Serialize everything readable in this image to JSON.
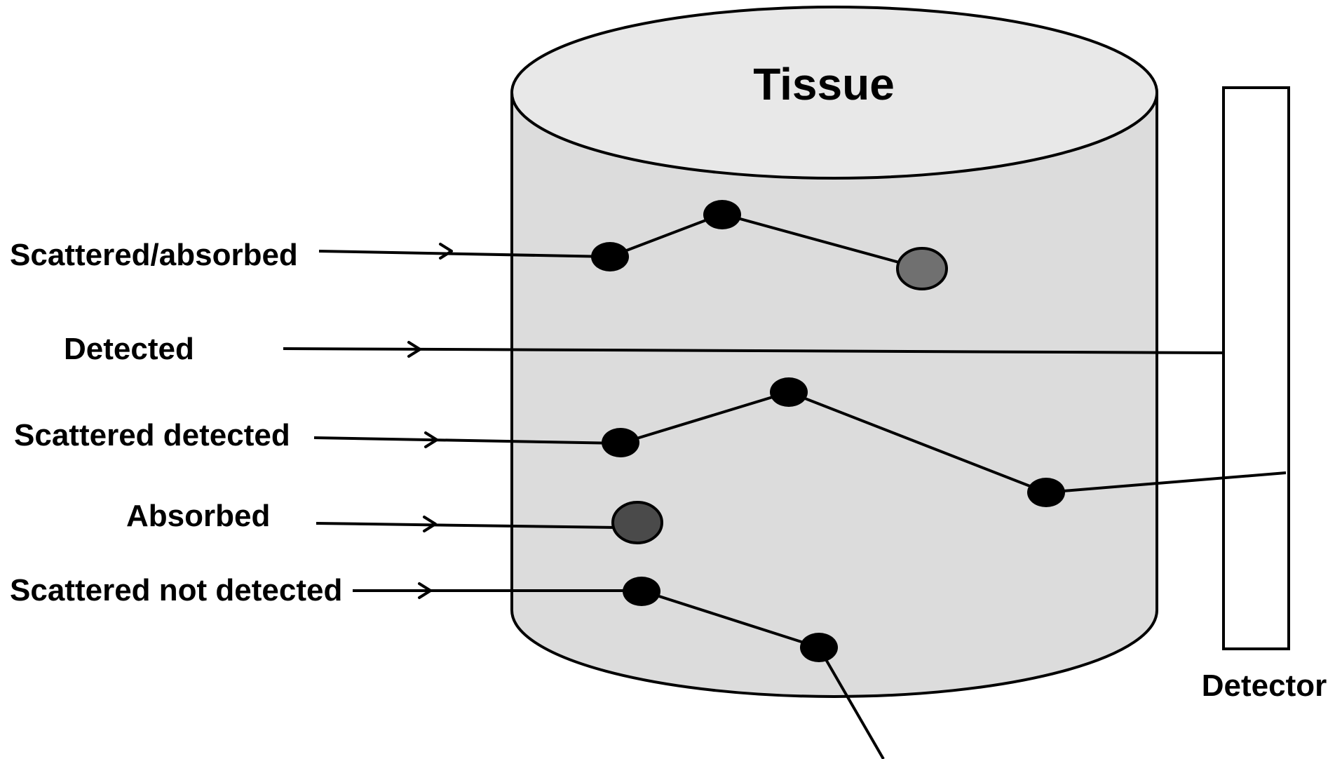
{
  "tissue": {
    "label": "Tissue",
    "top_fill": "#e8e8e8",
    "body_fill": "#dcdcdc"
  },
  "detector": {
    "label": "Detector"
  },
  "photon_paths": [
    {
      "label": "Scattered/absorbed",
      "outcome": "absorbed after scattering"
    },
    {
      "label": "Detected",
      "outcome": "reaches detector"
    },
    {
      "label": "Scattered detected",
      "outcome": "reaches detector after scattering"
    },
    {
      "label": "Absorbed",
      "outcome": "absorbed"
    },
    {
      "label": "Scattered not detected",
      "outcome": "exits tissue after scattering"
    }
  ],
  "colors": {
    "scatter_event": "#000000",
    "absorption_event_light": "#707070",
    "absorption_event_dark": "#4a4a4a"
  }
}
